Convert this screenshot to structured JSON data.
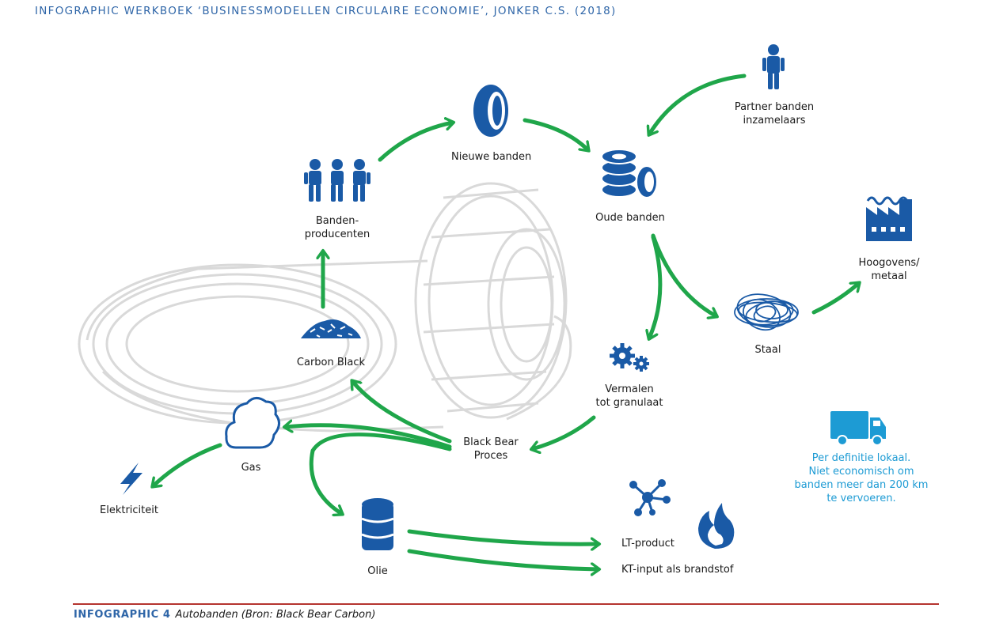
{
  "header": "INFOGRAPHIC WERKBOEK ‘BUSINESSMODELLEN CIRCULAIRE ECONOMIE’, JONKER C.S. (2018)",
  "nodes": {
    "nieuwe_banden": "Nieuwe banden",
    "oude_banden": "Oude banden",
    "partner_line1": "Partner banden",
    "partner_line2": "inzamelaars",
    "hoogovens_line1": "Hoogovens/",
    "hoogovens_line2": "metaal",
    "staal": "Staal",
    "banden_line1": "Banden-",
    "banden_line2": "producenten",
    "carbon_black": "Carbon Black",
    "vermalen_line1": "Vermalen",
    "vermalen_line2": "tot granulaat",
    "blackbear_line1": "Black Bear",
    "blackbear_line2": "Proces",
    "gas": "Gas",
    "elektriciteit": "Elektriciteit",
    "olie": "Olie",
    "lt_product": "LT-product",
    "kt_input": "KT-input als brandstof"
  },
  "note": {
    "line1": "Per definitie lokaal.",
    "line2": "Niet economisch om",
    "line3": "banden meer dan 200 km",
    "line4": "te vervoeren."
  },
  "caption": {
    "tag": "INFOGRAPHIC 4",
    "text": "Autobanden (Bron: Black Bear Carbon)"
  },
  "colors": {
    "icon": "#1a5aa6",
    "arrow": "#1fa64a",
    "note": "#1d9bd4",
    "tire_outline": "#d9d9d9",
    "rule": "#b5342f"
  }
}
